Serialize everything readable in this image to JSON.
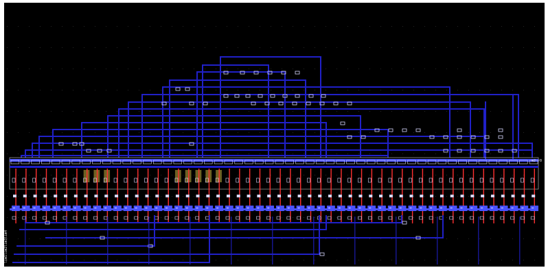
{
  "view": {
    "background": "#000000",
    "frame_background": "#ffffff",
    "colors": {
      "metal_route": "#2020c8",
      "metal_bright": "#4a52ff",
      "contact": "#d8d8ff",
      "poly": "#ff3030",
      "diffusion": "#c9b040",
      "cell_boundary": "#c8c8c8",
      "grid_dot": "#262626"
    }
  },
  "layout": {
    "row_cells": 52,
    "highlight_cells": [
      7,
      8,
      9,
      16,
      17,
      18,
      19,
      20
    ],
    "pin_labels": {
      "left": "lim1lim2lim3lim4",
      "right": "m2 r0"
    }
  }
}
